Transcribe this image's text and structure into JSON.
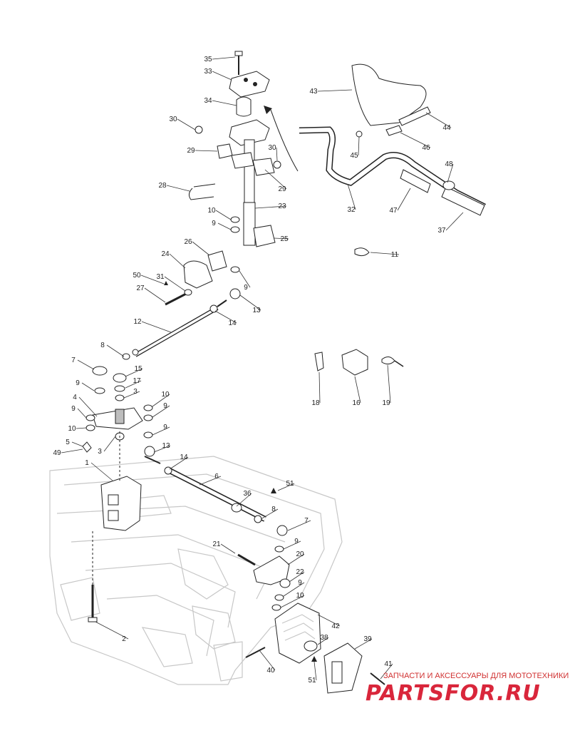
{
  "diagram": {
    "callouts": [
      {
        "id": "c35",
        "label": "35"
      },
      {
        "id": "c33",
        "label": "33"
      },
      {
        "id": "c34",
        "label": "34"
      },
      {
        "id": "c30a",
        "label": "30"
      },
      {
        "id": "c29a",
        "label": "29"
      },
      {
        "id": "c30b",
        "label": "30"
      },
      {
        "id": "c29b",
        "label": "29"
      },
      {
        "id": "c28",
        "label": "28"
      },
      {
        "id": "c23",
        "label": "23"
      },
      {
        "id": "c10a",
        "label": "10"
      },
      {
        "id": "c9a",
        "label": "9"
      },
      {
        "id": "c25",
        "label": "25"
      },
      {
        "id": "c24",
        "label": "24"
      },
      {
        "id": "c26",
        "label": "26"
      },
      {
        "id": "c9b",
        "label": "9"
      },
      {
        "id": "c50",
        "label": "50"
      },
      {
        "id": "c31",
        "label": "31"
      },
      {
        "id": "c27",
        "label": "27"
      },
      {
        "id": "c13a",
        "label": "13"
      },
      {
        "id": "c14a",
        "label": "14"
      },
      {
        "id": "c12",
        "label": "12"
      },
      {
        "id": "c8a",
        "label": "8"
      },
      {
        "id": "c7a",
        "label": "7"
      },
      {
        "id": "c15",
        "label": "15"
      },
      {
        "id": "c9c",
        "label": "9"
      },
      {
        "id": "c17",
        "label": "17"
      },
      {
        "id": "c3a",
        "label": "3"
      },
      {
        "id": "c4",
        "label": "4"
      },
      {
        "id": "c10b",
        "label": "10"
      },
      {
        "id": "c9d",
        "label": "9"
      },
      {
        "id": "c9e",
        "label": "9"
      },
      {
        "id": "c10c",
        "label": "10"
      },
      {
        "id": "c9f",
        "label": "9"
      },
      {
        "id": "c5",
        "label": "5"
      },
      {
        "id": "c49",
        "label": "49"
      },
      {
        "id": "c3b",
        "label": "3"
      },
      {
        "id": "c13b",
        "label": "13"
      },
      {
        "id": "c14b",
        "label": "14"
      },
      {
        "id": "c1",
        "label": "1"
      },
      {
        "id": "c6",
        "label": "6"
      },
      {
        "id": "c51a",
        "label": "51"
      },
      {
        "id": "c36",
        "label": "36"
      },
      {
        "id": "c8b",
        "label": "8"
      },
      {
        "id": "c7b",
        "label": "7"
      },
      {
        "id": "c9g",
        "label": "9"
      },
      {
        "id": "c21",
        "label": "21"
      },
      {
        "id": "c20",
        "label": "20"
      },
      {
        "id": "c22",
        "label": "22"
      },
      {
        "id": "c9h",
        "label": "9"
      },
      {
        "id": "c10d",
        "label": "10"
      },
      {
        "id": "c42",
        "label": "42"
      },
      {
        "id": "c2",
        "label": "2"
      },
      {
        "id": "c38",
        "label": "38"
      },
      {
        "id": "c39",
        "label": "39"
      },
      {
        "id": "c40",
        "label": "40"
      },
      {
        "id": "c41",
        "label": "41"
      },
      {
        "id": "c51b",
        "label": "51"
      },
      {
        "id": "c43",
        "label": "43"
      },
      {
        "id": "c44",
        "label": "44"
      },
      {
        "id": "c45",
        "label": "45"
      },
      {
        "id": "c46",
        "label": "46"
      },
      {
        "id": "c48",
        "label": "48"
      },
      {
        "id": "c32",
        "label": "32"
      },
      {
        "id": "c47",
        "label": "47"
      },
      {
        "id": "c37",
        "label": "37"
      },
      {
        "id": "c11",
        "label": "11"
      },
      {
        "id": "c18",
        "label": "18"
      },
      {
        "id": "c16",
        "label": "16"
      },
      {
        "id": "c19",
        "label": "19"
      }
    ]
  },
  "watermark": {
    "tagline": "ЗАПЧАСТИ И АКСЕССУАРЫ ДЛЯ МОТОТЕХНИКИ",
    "brand": "PARTSFOR.RU"
  },
  "colors": {
    "line": "#222222",
    "frame": "#c7c7c7",
    "brand": "#d9263b"
  }
}
